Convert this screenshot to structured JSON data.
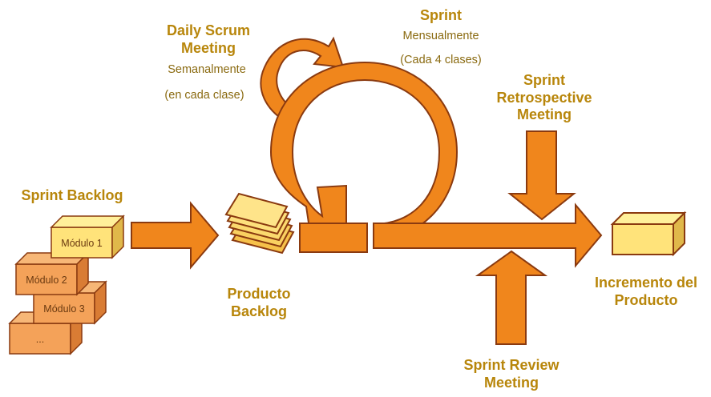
{
  "labels": {
    "daily_scrum_title": "Daily Scrum\nMeeting",
    "daily_scrum_freq": "Semanalmente",
    "daily_scrum_note": "(en cada clase)",
    "sprint_title": "Sprint",
    "sprint_freq": "Mensualmente",
    "sprint_note": "(Cada 4 clases)",
    "retro_title": "Sprint\nRetrospective\nMeeting",
    "sprint_backlog": "Sprint Backlog",
    "producto_backlog": "Producto\nBacklog",
    "incremento": "Incremento del\nProducto",
    "review_title": "Sprint Review\nMeeting"
  },
  "modules": [
    "Módulo 1",
    "Módulo 2",
    "Módulo 3",
    "..."
  ],
  "colors": {
    "orange": "#f0861c",
    "outline": "#8a3a10",
    "text": "#b8860b",
    "module1": "#ffe37a",
    "module": "#f4a259"
  }
}
